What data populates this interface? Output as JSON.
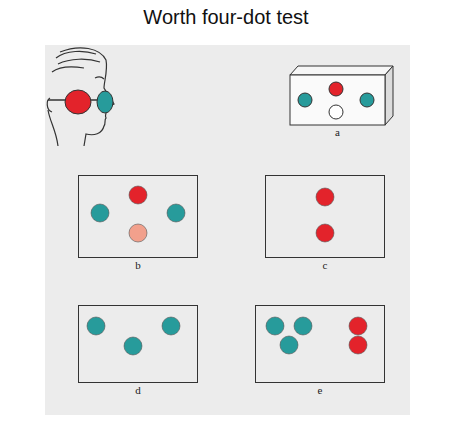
{
  "diagram": {
    "title": "Worth four-dot test",
    "nodes": [
      {
        "text": [
          "a"
        ]
      },
      {
        "text": [
          "b"
        ]
      },
      {
        "text": [
          "c"
        ]
      },
      {
        "text": [
          "d"
        ]
      },
      {
        "text": [
          "e"
        ]
      }
    ]
  }
}
